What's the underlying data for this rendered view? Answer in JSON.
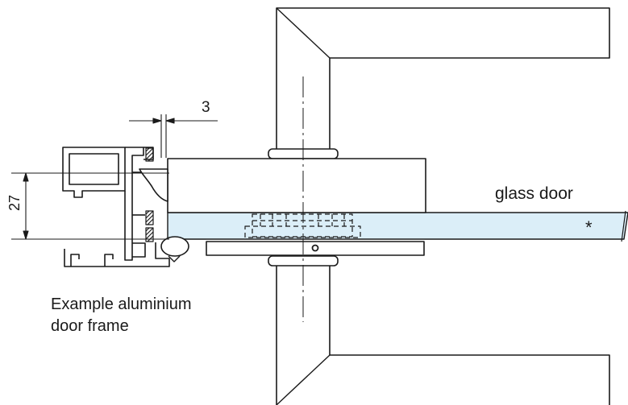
{
  "diagram": {
    "dimension_height": "27",
    "dimension_gap": "3",
    "glass_label": "glass door",
    "asterisk": "*",
    "frame_label_line1": "Example aluminium",
    "frame_label_line2": "door frame"
  },
  "colors": {
    "line": "#1a1a1a",
    "glass_fill": "#dbeef8",
    "background": "#ffffff"
  }
}
